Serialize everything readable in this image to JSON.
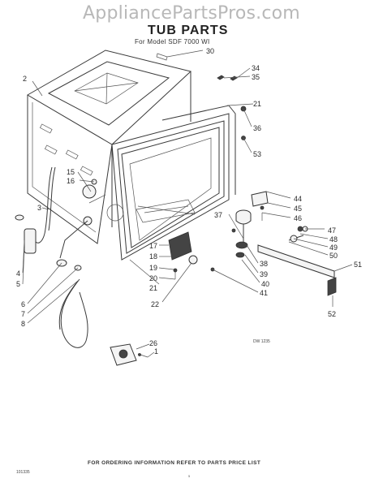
{
  "watermark": "AppliancePartsPros.com",
  "title": "TUB PARTS",
  "subtitle": "For Model SDF 7000 WI",
  "drawing_code": "DW 1235",
  "left_code": "101335",
  "footer_text": "FOR ORDERING INFORMATION REFER TO PARTS PRICE LIST",
  "page_number": "5",
  "callouts": {
    "c1": "1",
    "c2": "2",
    "c3": "3",
    "c4": "4",
    "c5": "5",
    "c6": "6",
    "c7": "7",
    "c8": "8",
    "c15": "15",
    "c16": "16",
    "c17": "17",
    "c18": "18",
    "c19": "19",
    "c20": "20",
    "c21a": "21",
    "c21b": "21",
    "c22": "22",
    "c26": "26",
    "c30": "30",
    "c34": "34",
    "c35": "35",
    "c36": "36",
    "c37": "37",
    "c38": "38",
    "c39": "39",
    "c40": "40",
    "c41": "41",
    "c44": "44",
    "c45": "45",
    "c46": "46",
    "c47": "47",
    "c48": "48",
    "c49": "49",
    "c50": "50",
    "c51": "51",
    "c52": "52",
    "c53": "53"
  }
}
